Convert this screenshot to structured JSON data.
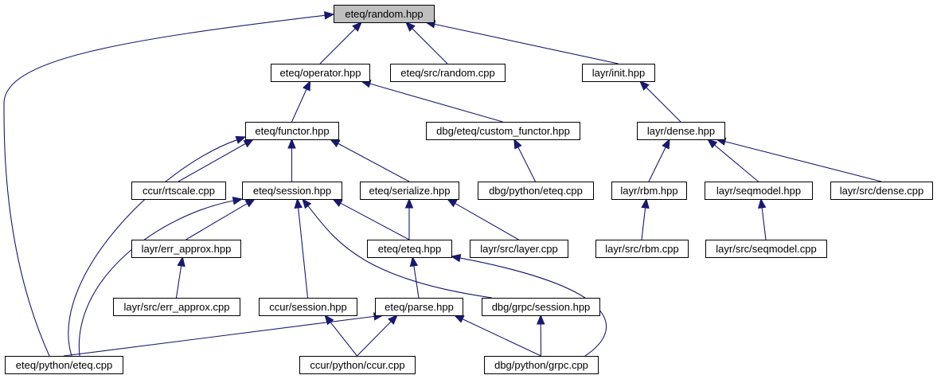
{
  "diagram": {
    "nodes": [
      {
        "id": "n_random",
        "label": "eteq/random.hpp",
        "root": true
      },
      {
        "id": "n_operator",
        "label": "eteq/operator.hpp"
      },
      {
        "id": "n_random_cpp",
        "label": "eteq/src/random.cpp"
      },
      {
        "id": "n_init",
        "label": "layr/init.hpp"
      },
      {
        "id": "n_functor",
        "label": "eteq/functor.hpp"
      },
      {
        "id": "n_custom_functor",
        "label": "dbg/eteq/custom_functor.hpp"
      },
      {
        "id": "n_dense",
        "label": "layr/dense.hpp"
      },
      {
        "id": "n_rtscale",
        "label": "ccur/rtscale.cpp"
      },
      {
        "id": "n_session",
        "label": "eteq/session.hpp"
      },
      {
        "id": "n_serialize",
        "label": "eteq/serialize.hpp"
      },
      {
        "id": "n_dbg_python_eteq",
        "label": "dbg/python/eteq.cpp"
      },
      {
        "id": "n_rbm",
        "label": "layr/rbm.hpp"
      },
      {
        "id": "n_seqmodel",
        "label": "layr/seqmodel.hpp"
      },
      {
        "id": "n_dense_cpp",
        "label": "layr/src/dense.cpp"
      },
      {
        "id": "n_err_approx",
        "label": "layr/err_approx.hpp"
      },
      {
        "id": "n_eteq_hpp",
        "label": "eteq/eteq.hpp"
      },
      {
        "id": "n_layer_cpp",
        "label": "layr/src/layer.cpp"
      },
      {
        "id": "n_rbm_cpp",
        "label": "layr/src/rbm.cpp"
      },
      {
        "id": "n_seqmodel_cpp",
        "label": "layr/src/seqmodel.cpp"
      },
      {
        "id": "n_err_approx_cpp",
        "label": "layr/src/err_approx.cpp"
      },
      {
        "id": "n_ccur_session",
        "label": "ccur/session.hpp"
      },
      {
        "id": "n_parse",
        "label": "eteq/parse.hpp"
      },
      {
        "id": "n_grpc_session",
        "label": "dbg/grpc/session.hpp"
      },
      {
        "id": "n_python_eteq",
        "label": "eteq/python/eteq.cpp"
      },
      {
        "id": "n_ccur_python",
        "label": "ccur/python/ccur.cpp"
      },
      {
        "id": "n_grpc_cpp",
        "label": "dbg/python/grpc.cpp"
      }
    ],
    "edges": [
      {
        "from": "n_operator",
        "to": "n_random"
      },
      {
        "from": "n_random_cpp",
        "to": "n_random"
      },
      {
        "from": "n_init",
        "to": "n_random"
      },
      {
        "from": "n_python_eteq",
        "to": "n_random"
      },
      {
        "from": "n_functor",
        "to": "n_operator"
      },
      {
        "from": "n_custom_functor",
        "to": "n_operator"
      },
      {
        "from": "n_dense",
        "to": "n_init"
      },
      {
        "from": "n_rtscale",
        "to": "n_functor"
      },
      {
        "from": "n_session",
        "to": "n_functor"
      },
      {
        "from": "n_serialize",
        "to": "n_functor"
      },
      {
        "from": "n_python_eteq",
        "to": "n_functor"
      },
      {
        "from": "n_dbg_python_eteq",
        "to": "n_custom_functor"
      },
      {
        "from": "n_rbm",
        "to": "n_dense"
      },
      {
        "from": "n_seqmodel",
        "to": "n_dense"
      },
      {
        "from": "n_dense_cpp",
        "to": "n_dense"
      },
      {
        "from": "n_err_approx",
        "to": "n_session"
      },
      {
        "from": "n_eteq_hpp",
        "to": "n_session"
      },
      {
        "from": "n_ccur_session",
        "to": "n_session"
      },
      {
        "from": "n_grpc_session",
        "to": "n_session"
      },
      {
        "from": "n_python_eteq",
        "to": "n_session"
      },
      {
        "from": "n_eteq_hpp",
        "to": "n_serialize"
      },
      {
        "from": "n_layer_cpp",
        "to": "n_serialize"
      },
      {
        "from": "n_rbm_cpp",
        "to": "n_rbm"
      },
      {
        "from": "n_seqmodel_cpp",
        "to": "n_seqmodel"
      },
      {
        "from": "n_err_approx_cpp",
        "to": "n_err_approx"
      },
      {
        "from": "n_parse",
        "to": "n_eteq_hpp"
      },
      {
        "from": "n_grpc_cpp",
        "to": "n_eteq_hpp"
      },
      {
        "from": "n_ccur_python",
        "to": "n_ccur_session"
      },
      {
        "from": "n_python_eteq",
        "to": "n_parse"
      },
      {
        "from": "n_ccur_python",
        "to": "n_parse"
      },
      {
        "from": "n_grpc_cpp",
        "to": "n_parse"
      },
      {
        "from": "n_grpc_cpp",
        "to": "n_grpc_session"
      }
    ]
  }
}
